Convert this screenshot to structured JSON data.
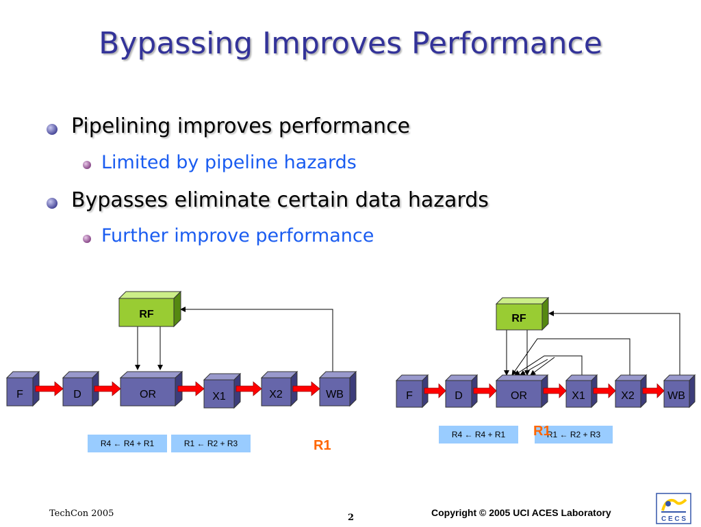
{
  "title": "Bypassing Improves Performance",
  "bullets": [
    {
      "text": "Pipelining improves performance",
      "sub": "Limited by pipeline hazards"
    },
    {
      "text": "Bypasses eliminate certain data hazards",
      "sub": "Further improve performance"
    }
  ],
  "left_diagram": {
    "rf": "RF",
    "stages": [
      "F",
      "D",
      "OR",
      "X1",
      "X2",
      "WB"
    ],
    "instructions": [
      "R4 ← R4 + R1",
      "R1 ← R2 + R3"
    ],
    "highlight": "R1"
  },
  "right_diagram": {
    "rf": "RF",
    "stages": [
      "F",
      "D",
      "OR",
      "X1",
      "X2",
      "WB"
    ],
    "instructions": [
      "R4 ← R4 + R1",
      "R1 ← R2 + R3"
    ],
    "highlight": "R1"
  },
  "footer": {
    "left": "TechCon 2005",
    "page": "2",
    "right": "Copyright © 2005  UCI ACES Laboratory",
    "logo_text": "C E C S"
  },
  "colors": {
    "title": "#333399",
    "stage_box": "#6666aa",
    "rf_box": "#99cc33",
    "arrow": "#ff0000",
    "instruction_bg": "#99ccff",
    "highlight": "#ff6600"
  }
}
